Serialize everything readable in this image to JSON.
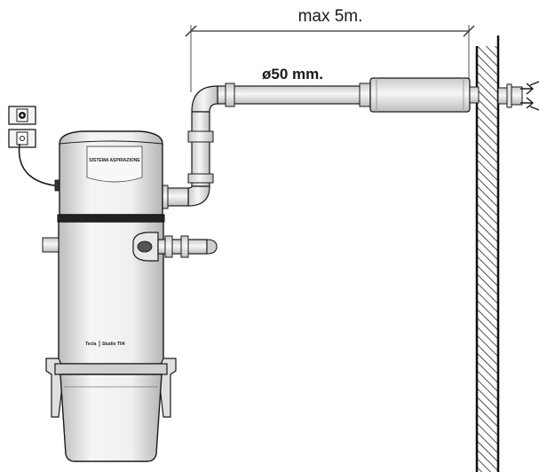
{
  "dimension": {
    "max_length_label": "max 5m."
  },
  "pipe": {
    "diameter_label": "ø50 mm."
  },
  "unit": {
    "brand_label": "Tecla",
    "model_label": "Studio T04",
    "logo_label": "SISTEMA ASPIRAZIONE"
  },
  "colors": {
    "line": "#1a1a1a",
    "fill_light": "#f2f2f2",
    "fill_mid": "#d9d9d9",
    "fill_dark": "#9a9a9a",
    "wall_hatch": "#222222"
  }
}
